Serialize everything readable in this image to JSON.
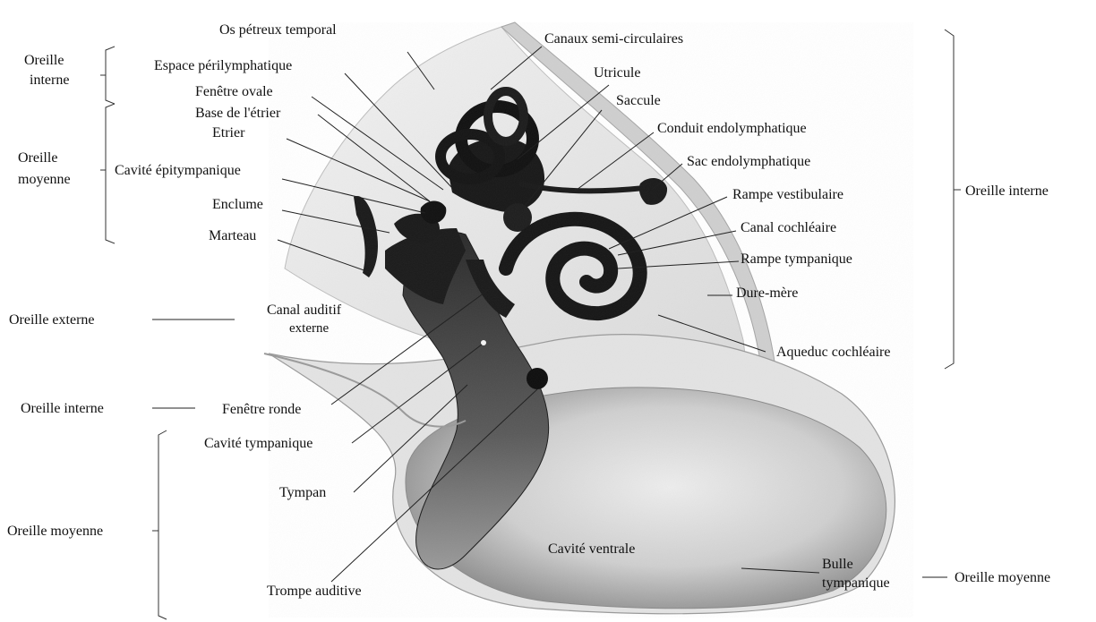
{
  "labels": {
    "os_petreux": "Os pétreux temporal",
    "canaux": "Canaux semi-circulaires",
    "espace": "Espace périlymphatique",
    "utricule": "Utricule",
    "fenetre_ovale": "Fenêtre ovale",
    "saccule": "Saccule",
    "base_etrier": "Base de l'étrier",
    "etrier": "Etrier",
    "conduit": "Conduit endolymphatique",
    "sac": "Sac endolymphatique",
    "cavite_epi": "Cavité épitympanique",
    "rampe_vest": "Rampe vestibulaire",
    "enclume": "Enclume",
    "canal_coch": "Canal cochléaire",
    "marteau": "Marteau",
    "rampe_tymp": "Rampe tympanique",
    "dure_mere": "Dure-mère",
    "canal_aud_1": "Canal auditif",
    "canal_aud_2": "externe",
    "aqueduc": "Aqueduc cochléaire",
    "fenetre_ronde": "Fenêtre ronde",
    "cavite_tymp": "Cavité tympanique",
    "tympan": "Tympan",
    "cavite_ventrale": "Cavité ventrale",
    "trompe": "Trompe auditive",
    "bulle_1": "Bulle",
    "bulle_2": "tympanique"
  },
  "regions": {
    "oreille_interne_top_1": "Oreille",
    "oreille_interne_top_2": "interne",
    "oreille_moyenne_top_1": "Oreille",
    "oreille_moyenne_top_2": "moyenne",
    "oreille_interne_right": "Oreille interne",
    "oreille_externe": "Oreille externe",
    "oreille_interne_left": "Oreille interne",
    "oreille_moyenne_left": "Oreille moyenne",
    "oreille_moyenne_right": "Oreille moyenne"
  }
}
